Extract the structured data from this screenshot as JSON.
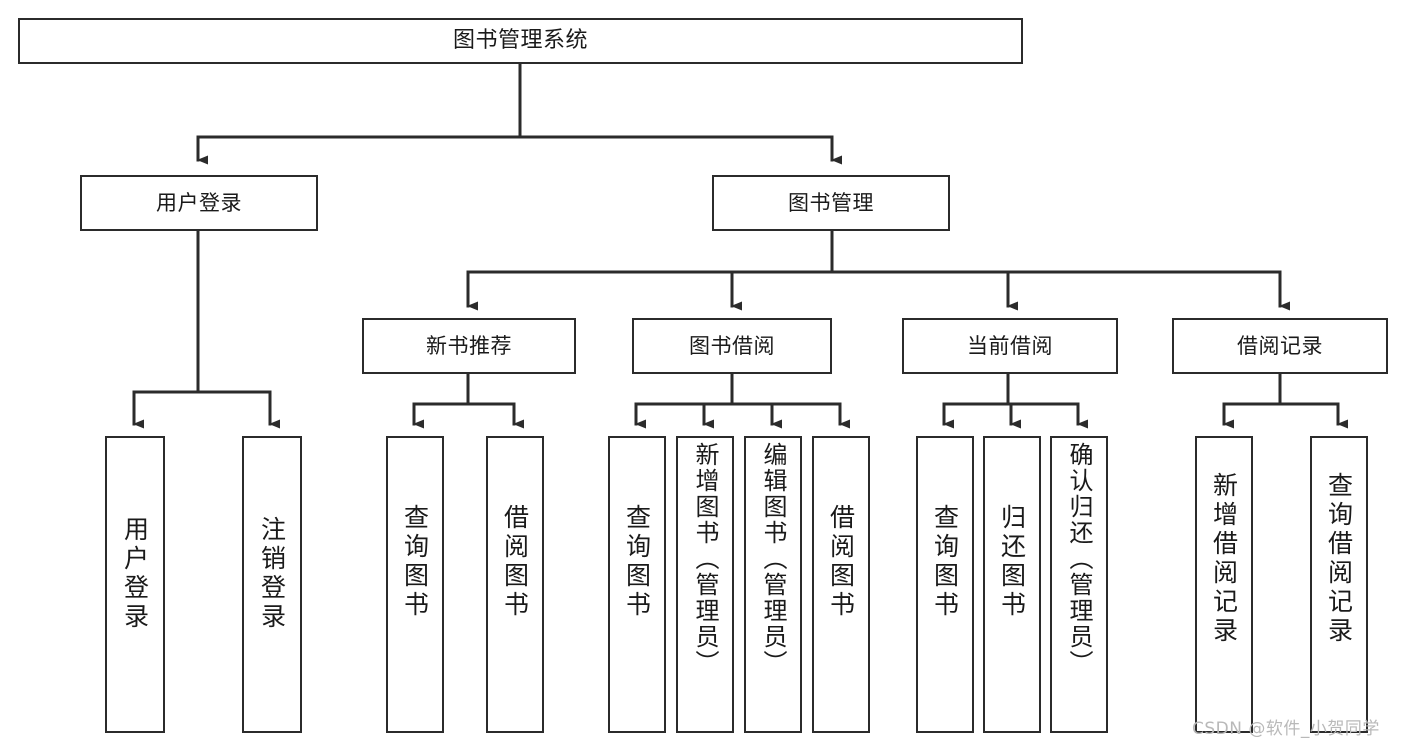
{
  "diagram": {
    "title": "图书管理系统",
    "type": "功能结构图",
    "line_color": "#2b2b2b",
    "text_color": "#1a1a1a",
    "background": "#ffffff",
    "watermark": "CSDN @软件_小贺同学"
  },
  "nodes": {
    "root": {
      "label": "图书管理系统"
    },
    "level1": [
      {
        "id": "user-login",
        "label": "用户登录"
      },
      {
        "id": "book-manage",
        "label": "图书管理"
      }
    ],
    "level2": [
      {
        "id": "new-book-rec",
        "label": "新书推荐"
      },
      {
        "id": "book-borrow",
        "label": "图书借阅"
      },
      {
        "id": "current-borrow",
        "label": "当前借阅"
      },
      {
        "id": "borrow-record",
        "label": "借阅记录"
      }
    ],
    "leaves": {
      "user_login": [
        {
          "id": "leaf-user-login",
          "label": "用户登录"
        },
        {
          "id": "leaf-user-logout",
          "label": "注销登录"
        }
      ],
      "new_book_rec": [
        {
          "id": "leaf-query-book-1",
          "label": "查询图书"
        },
        {
          "id": "leaf-borrow-book-1",
          "label": "借阅图书"
        }
      ],
      "book_borrow": [
        {
          "id": "leaf-query-book-2",
          "label": "查询图书"
        },
        {
          "id": "leaf-add-book",
          "label": "新增图书（管理员）"
        },
        {
          "id": "leaf-edit-book",
          "label": "编辑图书（管理员）"
        },
        {
          "id": "leaf-borrow-book-2",
          "label": "借阅图书"
        }
      ],
      "current_borrow": [
        {
          "id": "leaf-query-book-3",
          "label": "查询图书"
        },
        {
          "id": "leaf-return-book",
          "label": "归还图书"
        },
        {
          "id": "leaf-confirm-return",
          "label": "确认归还（管理员）"
        }
      ],
      "borrow_record": [
        {
          "id": "leaf-add-record",
          "label": "新增借阅记录"
        },
        {
          "id": "leaf-query-record",
          "label": "查询借阅记录"
        }
      ]
    }
  }
}
